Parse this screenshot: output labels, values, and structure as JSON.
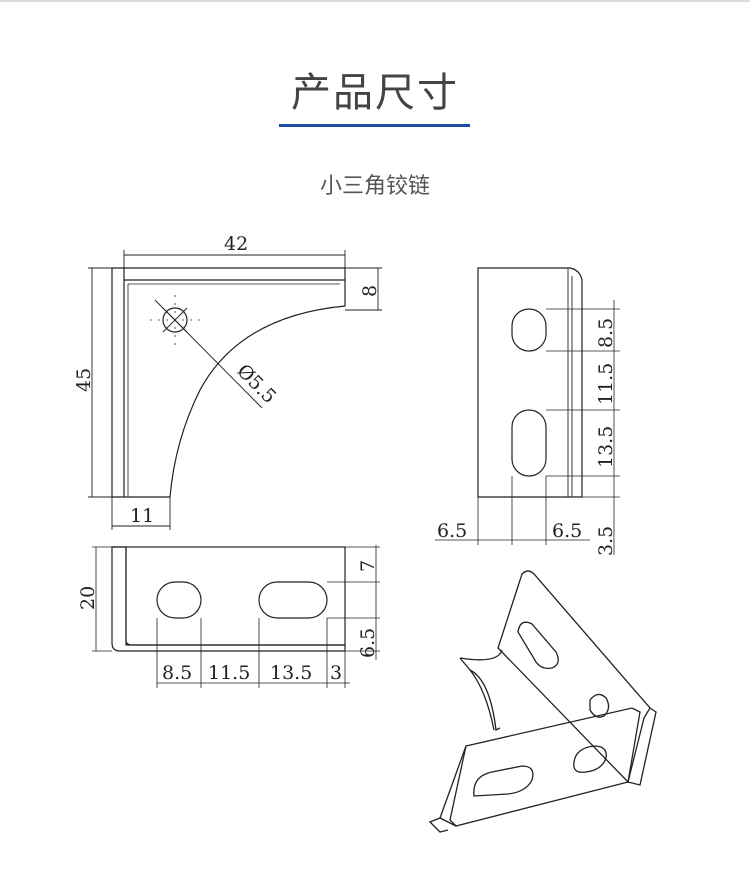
{
  "page": {
    "title": "产品尺寸",
    "subtitle": "小三角铰链"
  },
  "colors": {
    "accent_underline": "#1f4fa0",
    "line": "#222222"
  },
  "front_view": {
    "width_dim": "42",
    "height_dim": "45",
    "top_flange_dim": "8",
    "bottom_flange_dim": "11",
    "hole_dim": "Ø5.5"
  },
  "side_view": {
    "dim_top_slot": "8.5",
    "dim_gap": "11.5",
    "dim_bottom_slot": "13.5",
    "dim_bottom": "3.5",
    "dim_left": "6.5",
    "dim_right": "6.5"
  },
  "top_view": {
    "height_dim": "20",
    "dim_right_top": "7",
    "dim_right_bottom": "6.5",
    "bottom_dims": [
      "8.5",
      "11.5",
      "13.5",
      "3"
    ]
  },
  "isometric": {
    "icon": "bracket-3d-icon"
  }
}
